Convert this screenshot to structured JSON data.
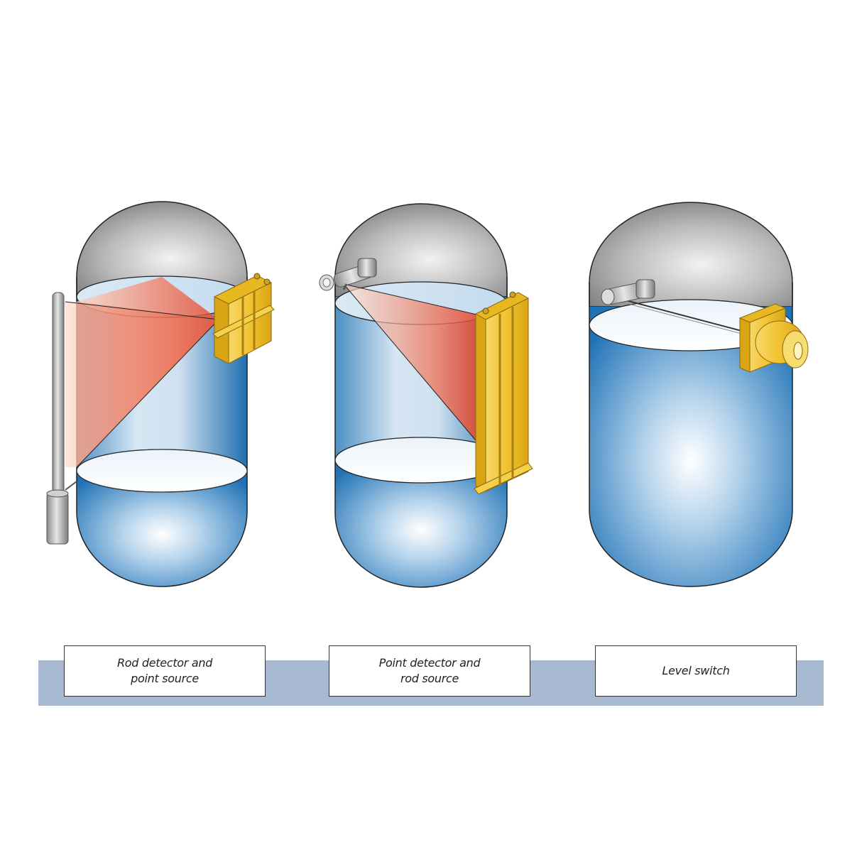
{
  "panels": [
    {
      "id": "rod-detector",
      "label": "Rod detector and\npoint source"
    },
    {
      "id": "point-detector",
      "label": "Point detector and\nrod source"
    },
    {
      "id": "level-switch",
      "label": "Level switch"
    }
  ],
  "colors": {
    "liquid": "#2a80c0",
    "dome": "#9c9c9c",
    "radiation": "#e8452a",
    "detector": "#f2c230",
    "caption_band": "#a6b9d1"
  }
}
